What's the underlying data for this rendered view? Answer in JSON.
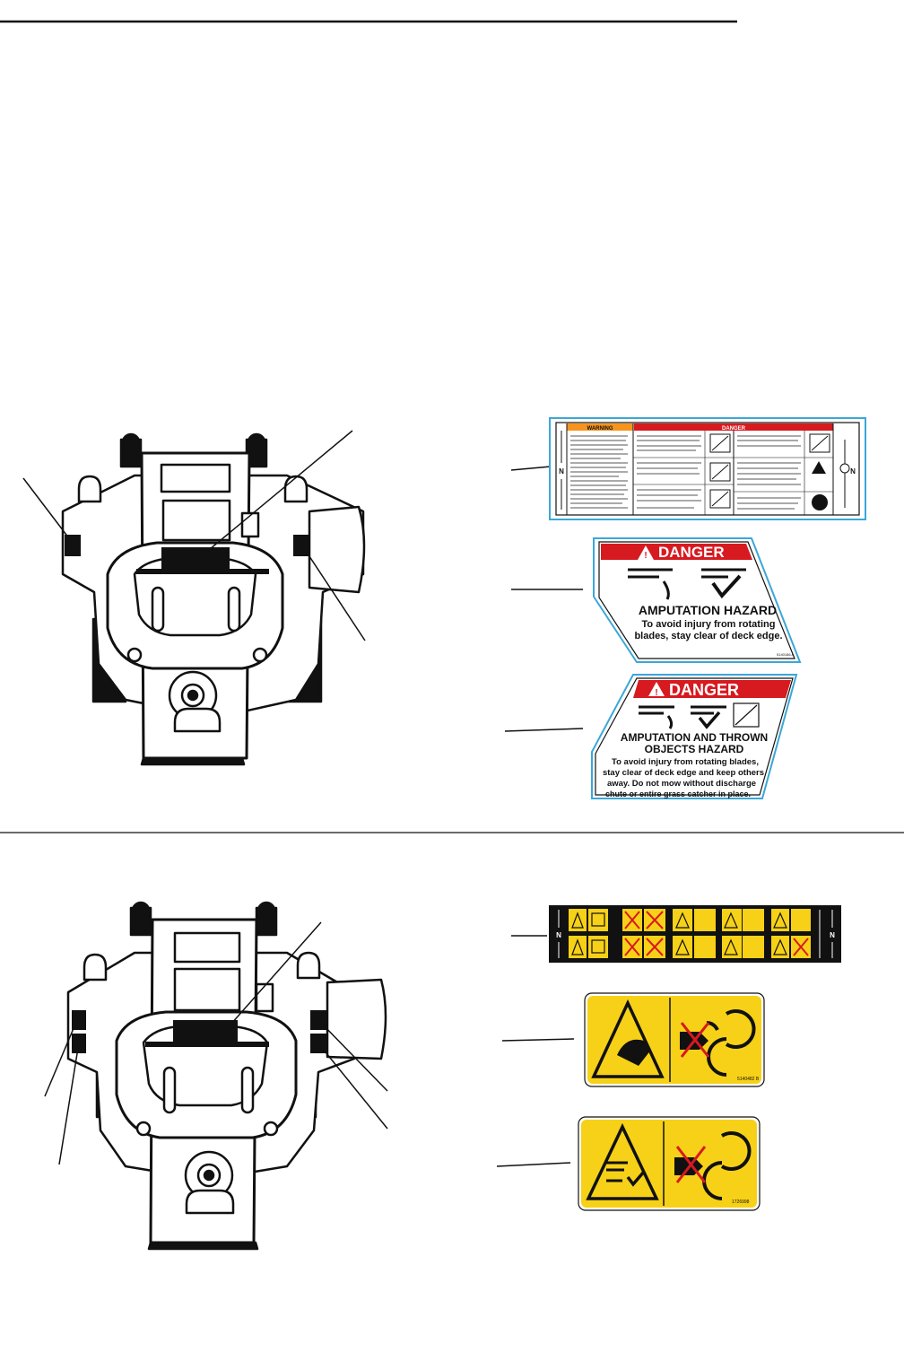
{
  "colors": {
    "danger_red": "#d71920",
    "warning_orange": "#f7941d",
    "caution_yellow": "#f7d117",
    "ink": "#111111",
    "decal_border": "#3ba7d8"
  },
  "decal_strip_top": {
    "warning_label": "WARNING",
    "danger_label": "DANGER",
    "sections": [
      "Operating on steep slopes can cause sliding and loss of steering, control, and rollover.",
      "Amputation hazard",
      "Wheels dropping over edges, ditches, or embankments can cause rollovers, which may result in serious injury, death, or drowning.",
      "Operating on wet or slippery slopes can cause sliding and loss of steering and control.",
      "Fire hazard",
      "Carbon monoxide hazard"
    ],
    "end_mark": "N"
  },
  "decal_amputation": {
    "danger_label": "DANGER",
    "headline": "AMPUTATION HAZARD",
    "body": "To avoid injury from rotating blades, stay clear of deck edge.",
    "part_no": "5140186 A"
  },
  "decal_thrown_objects": {
    "danger_label": "DANGER",
    "headline_line1": "AMPUTATION AND THROWN",
    "headline_line2": "OBJECTS HAZARD",
    "body_line1": "To avoid injury from rotating blades,",
    "body_line2": "stay clear of deck edge and keep others",
    "body_line3": "away.  Do not mow without discharge",
    "body_line4": "chute or entire grass catcher in place."
  },
  "decal_pictogram_strip": {
    "end_mark": "N"
  },
  "decal_belt_1": {
    "part_no": "5140482 B"
  },
  "decal_belt_2": {
    "part_no": "1726998"
  }
}
